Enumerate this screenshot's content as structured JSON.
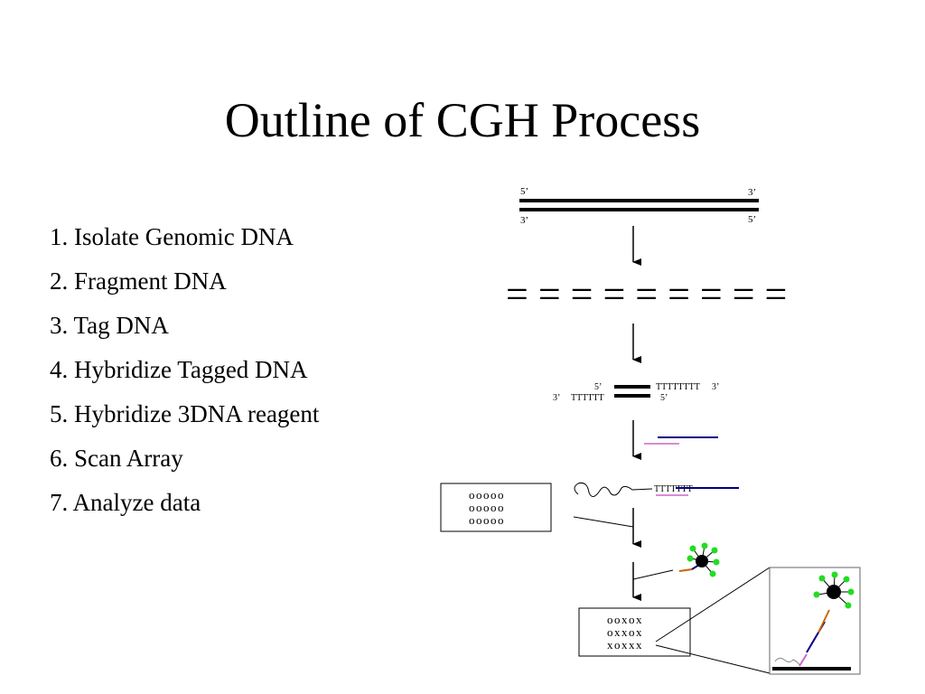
{
  "slide": {
    "title": "Outline of CGH Process",
    "steps": [
      "1. Isolate Genomic DNA",
      "2. Fragment DNA",
      "3. Tag DNA",
      "4. Hybridize Tagged DNA",
      "5. Hybridize 3DNA reagent",
      "6. Scan Array",
      "7. Analyze data"
    ]
  },
  "diagram": {
    "strand_labels": {
      "top_left": "5’",
      "top_right": "3’",
      "bottom_left": "3’",
      "bottom_right": "5’"
    },
    "fragments": "= = = = = = = = =",
    "tag_labels": {
      "five_prime_a": "5’",
      "tail_top": "TTTTTTTT",
      "three_prime_a": "3’",
      "three_prime_b": "3’",
      "tail_bottom": "TTTTTT",
      "five_prime_b": "5’"
    },
    "tagged_tail": "TTTTTTT",
    "array_before": [
      "ooooo",
      "ooooo",
      "ooooo"
    ],
    "array_after": [
      "ooxox",
      "oxxox",
      "xoxxx"
    ],
    "colors": {
      "probe": "#000080",
      "reagent": "#cc66cc",
      "dendrimer": "#000000",
      "dye": "#22dd22",
      "linker": "#cc6600",
      "surface": "#000000"
    }
  }
}
